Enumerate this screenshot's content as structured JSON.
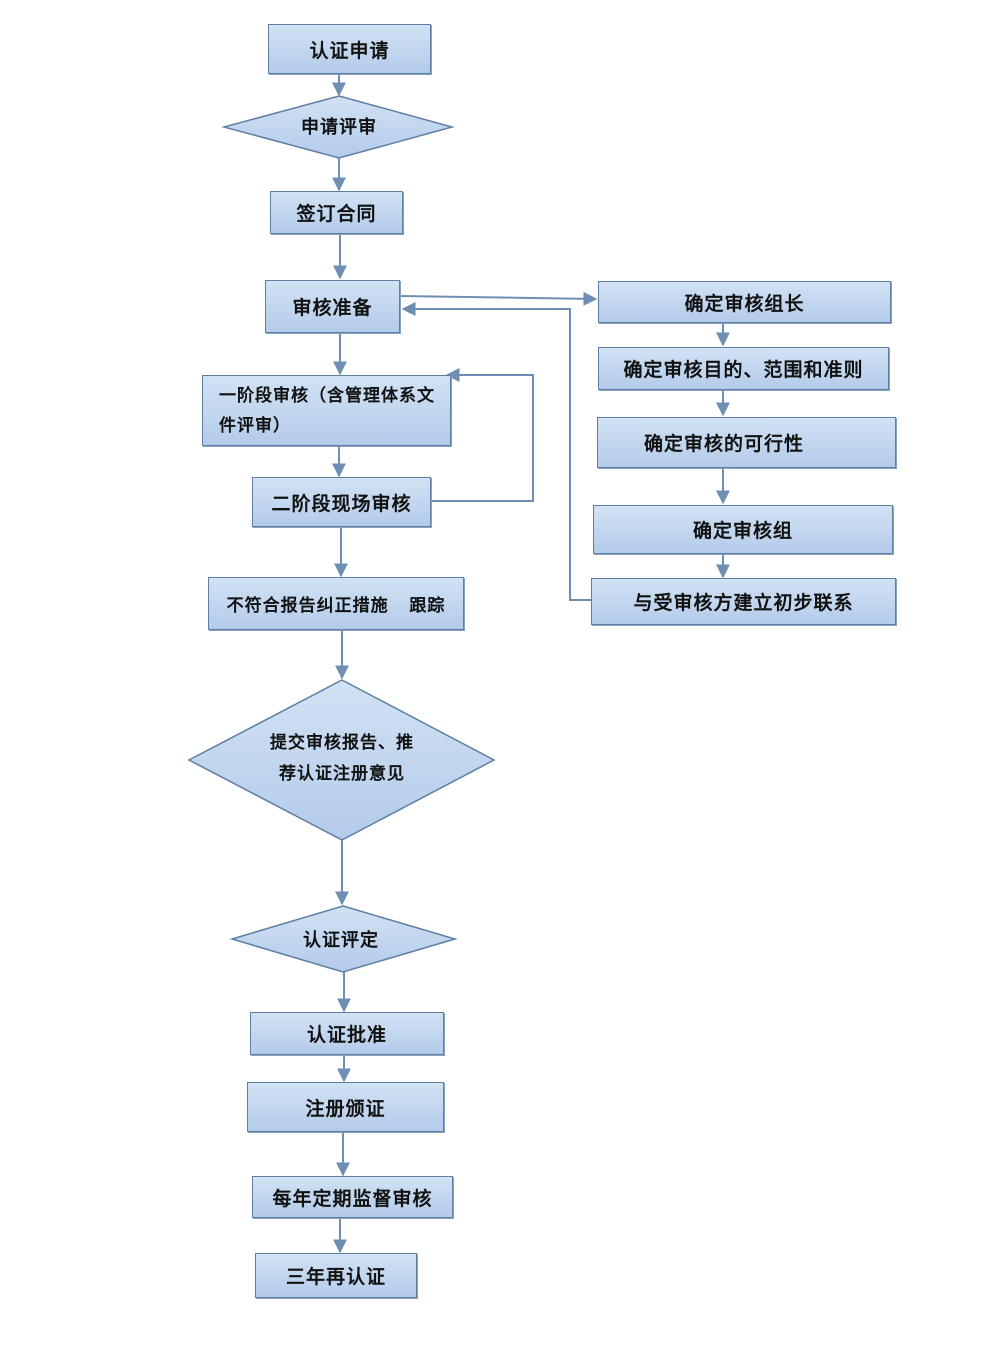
{
  "nodes": {
    "application": "认证申请",
    "application_review": "申请评审",
    "sign_contract": "签订合同",
    "audit_prep": "审核准备",
    "stage1": "一阶段审核（含管理体系文件评审）",
    "stage2": "二阶段现场审核",
    "nonconformity": "不符合报告纠正措施   跟踪",
    "submit_report_line1": "提交审核报告、推",
    "submit_report_line2": "荐认证注册意见",
    "cert_decision": "认证评定",
    "cert_approval": "认证批准",
    "registration": "注册颁证",
    "surveillance": "每年定期监督审核",
    "recert": "三年再认证",
    "team_leader": "确定审核组长",
    "objectives": "确定审核目的、范围和准则",
    "feasibility": "确定审核的可行性",
    "audit_team": "确定审核组",
    "contact": "与受审核方建立初步联系"
  },
  "colors": {
    "fill_top": "#d2e2f4",
    "fill_bottom": "#b3cbea",
    "border": "#5f7ea3",
    "line": "#6f8eb4"
  }
}
